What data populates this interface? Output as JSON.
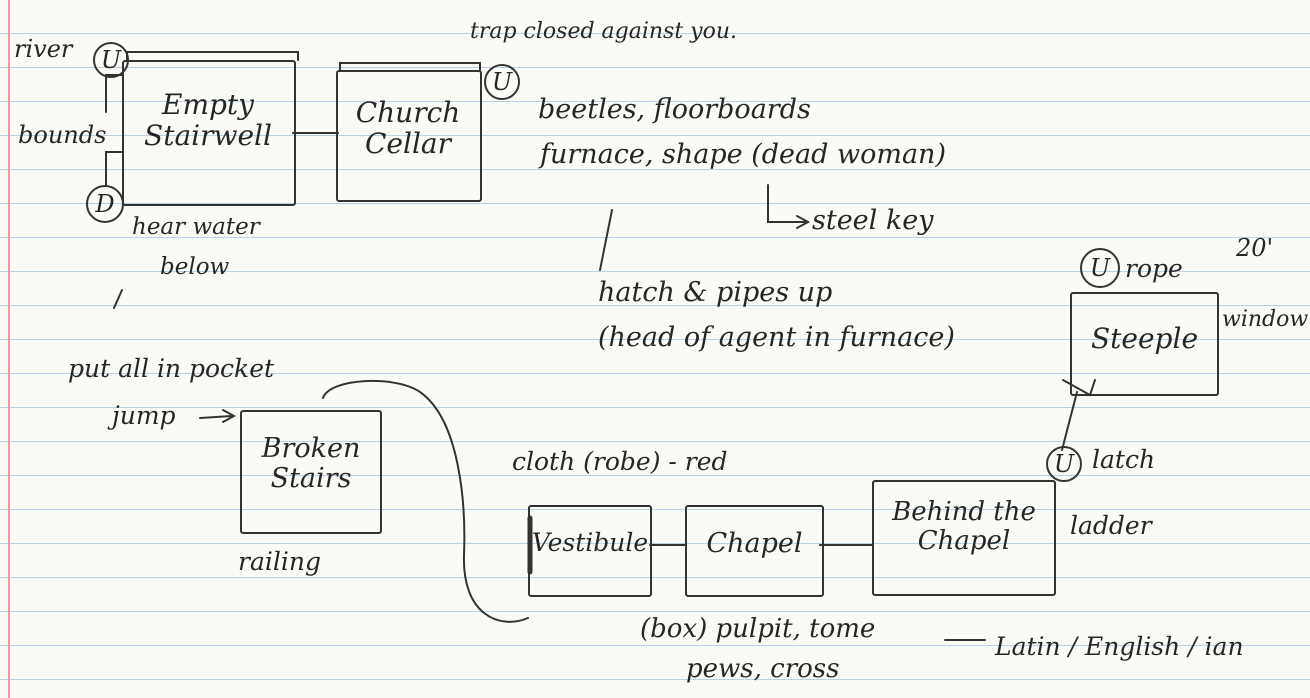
{
  "rooms": {
    "empty_stairwell": "Empty Stairwell",
    "church_cellar": "Church Cellar",
    "broken_stairs": "Broken Stairs",
    "vestibule": "Vestibule",
    "chapel": "Chapel",
    "behind_chapel": "Behind the Chapel",
    "steeple": "Steeple"
  },
  "markers": {
    "up": "U",
    "down": "D"
  },
  "notes": {
    "river": "river",
    "bounds": "bounds",
    "hear_water": "hear water",
    "below": "below",
    "put_all": "put all in pocket",
    "jump": "jump",
    "trap": "trap closed against you.",
    "beetles": "beetles, floorboards",
    "furnace": "furnace, shape (dead woman)",
    "steel_key": "steel key",
    "hatch": "hatch & pipes up",
    "head": "(head of agent in furnace)",
    "rope": "rope",
    "twenty": "20'",
    "window": "window",
    "latch": "latch",
    "ladder": "ladder",
    "cloth": "cloth (robe) - red",
    "railing": "railing",
    "box_pulpit": "(box) pulpit, tome",
    "pews": "pews, cross",
    "latin": "Latin / English / ian"
  }
}
